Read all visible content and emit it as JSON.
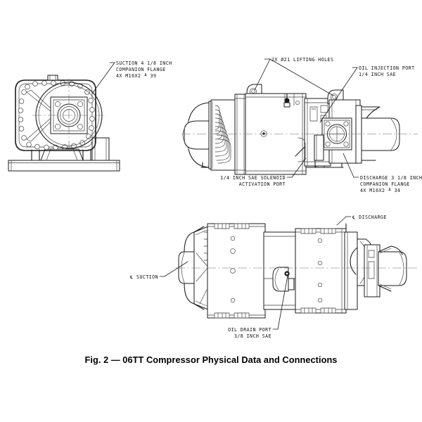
{
  "figure": {
    "caption": "Fig. 2 — 06TT Compressor Physical Data and Connections",
    "title": "06TT Compressor Physical Data and Connections",
    "figure_number": "Fig. 2",
    "background_color": "#ffffff",
    "line_color": "#1a1a1a",
    "centerline_color": "#6b6b6b"
  },
  "views": {
    "end_view": {
      "name": "end-view-left",
      "label": ""
    },
    "side_view": {
      "name": "side-elevation-view",
      "label": ""
    },
    "plan_view": {
      "name": "plan-view",
      "label": ""
    }
  },
  "callouts": {
    "suction_flange": {
      "lines": [
        "SUCTION 4 1/8 INCH",
        "COMPANION FLANGE",
        "4X M16X2 ╨ 39"
      ],
      "line1": "SUCTION 4 1/8 INCH",
      "line2": "COMPANION FLANGE",
      "line3": "4X M16X2 ╨ 39"
    },
    "lifting_holes": {
      "line1": "2X Ø21 LIFTING HOLES"
    },
    "oil_injection_port": {
      "line1": "OIL INJECTION PORT",
      "line2": "1/4 INCH SAE"
    },
    "solenoid_port": {
      "line1": "1/4 INCH SAE SOLENOID",
      "line2": "ACTIVATION PORT"
    },
    "discharge_flange": {
      "line1": "DISCHARGE 3 1/8 INCH",
      "line2": "COMPANION FLANGE",
      "line3": "4X M16X2 ╨ 34"
    },
    "oil_drain_port": {
      "line1": "OIL DRAIN PORT",
      "line2": "3/8 INCH SAE"
    },
    "suction_centerline": {
      "line1": "℄ SUCTION"
    },
    "discharge_centerline": {
      "line1": "℄ DISCHARGE"
    }
  }
}
